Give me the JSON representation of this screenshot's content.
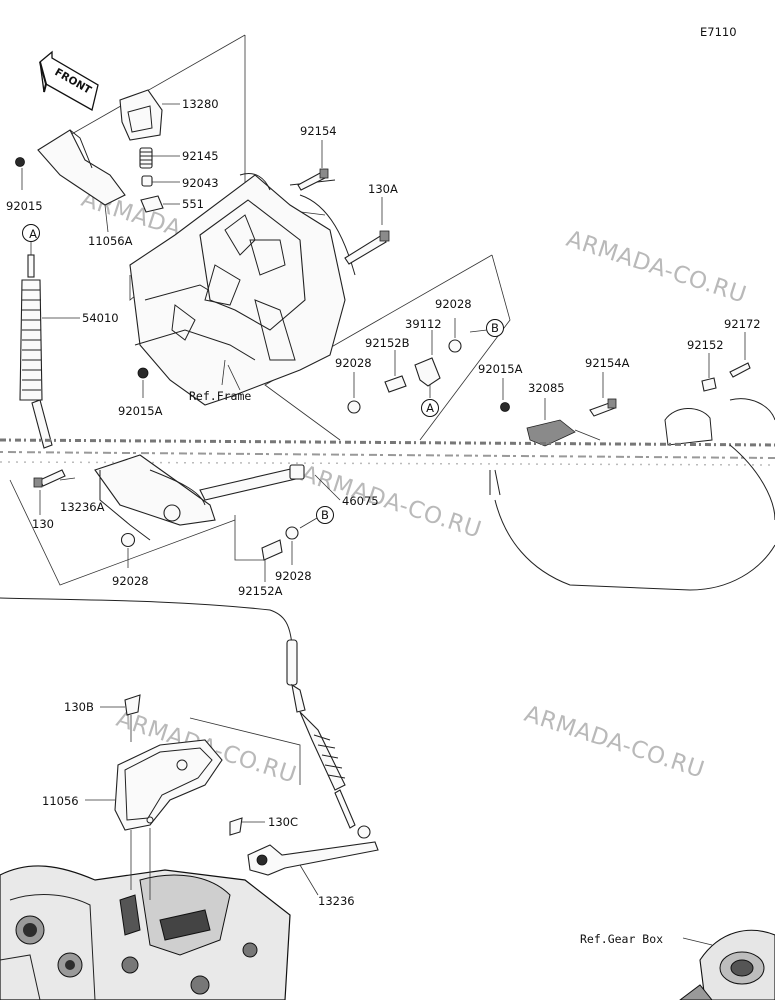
{
  "diagram_code": "E7110",
  "front_label": "FRONT",
  "watermark": "ARMADA-CO.RU",
  "callouts": {
    "A": "A",
    "B": "B"
  },
  "labels": {
    "p13280": "13280",
    "p92145": "92145",
    "p92043": "92043",
    "p551": "551",
    "p92015": "92015",
    "p11056A": "11056A",
    "p92154": "92154",
    "p130A": "130A",
    "p54010": "54010",
    "p92015A_a": "92015A",
    "p92028_a": "92028",
    "p92152B": "92152B",
    "p39112": "39112",
    "p92028_b": "92028",
    "p92015A_b": "92015A",
    "p32085": "32085",
    "p92154A": "92154A",
    "p92152": "92152",
    "p92172": "92172",
    "p46075": "46075",
    "p130": "130",
    "p13236A": "13236A",
    "p92028_c": "92028",
    "p92152A": "92152A",
    "p92028_d": "92028",
    "p130B": "130B",
    "p11056": "11056",
    "p130C": "130C",
    "p13236": "13236"
  },
  "refs": {
    "frame": "Ref.Frame",
    "gear_box": "Ref.Gear Box"
  }
}
